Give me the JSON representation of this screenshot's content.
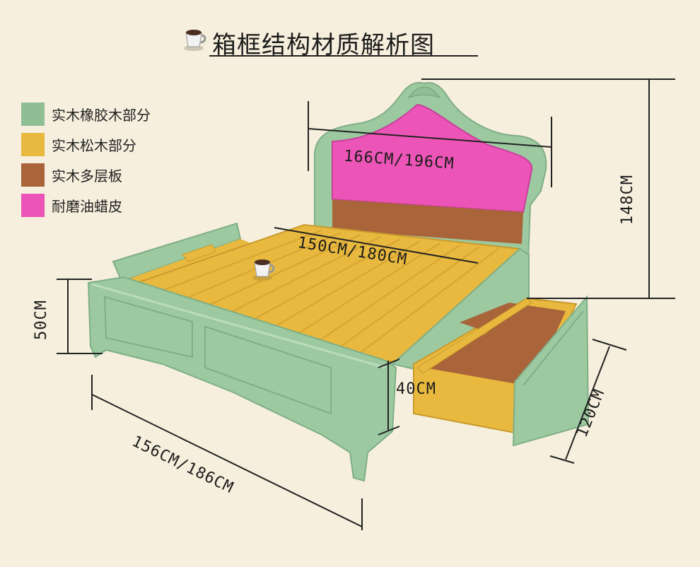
{
  "title": "箱框结构材质解析图",
  "icons": {
    "title_icon": "coffee-cup-icon",
    "bed_icon": "coffee-cup-icon"
  },
  "legend": [
    {
      "label": "实木橡胶木部分",
      "color": "#8fbe95"
    },
    {
      "label": "实木松木部分",
      "color": "#e8b93e"
    },
    {
      "label": "实木多层板",
      "color": "#a9643a"
    },
    {
      "label": "耐磨油蜡皮",
      "color": "#ec55b7"
    }
  ],
  "dimensions": {
    "headboard_width": "166CM/196CM",
    "mattress_width": "150CM/180CM",
    "total_height": "148CM",
    "footboard_height": "50CM",
    "drawer_height": "40CM",
    "drawer_length": "120CM",
    "bed_width": "156CM/186CM"
  },
  "colors": {
    "background": "#f6efdd",
    "frame_green": "#9cc9a0",
    "frame_green_dark": "#7fae86",
    "pine_yellow": "#e8b93e",
    "plywood_brown": "#a9643a",
    "leather_pink": "#ec55b7"
  }
}
